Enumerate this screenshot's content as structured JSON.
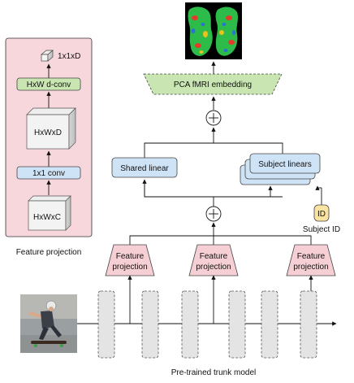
{
  "feature_projection_panel": {
    "title": "Feature projection",
    "output_dim": "1x1xD",
    "dconv": "HxW d-conv",
    "mid_tensor": "HxWxD",
    "conv": "1x1 conv",
    "input_tensor": "HxWxC"
  },
  "pipeline": {
    "pca_embedding": "PCA fMRI embedding",
    "shared_linear": "Shared linear",
    "subject_linears": "Subject linears",
    "id_token": "ID",
    "subject_id": "Subject ID",
    "feature_projection_label": [
      "Feature",
      "projection"
    ],
    "trunk_label": "Pre-trained trunk model"
  },
  "colors": {
    "panel_bg": "#f7d7dc",
    "green_box": "#c9e6b2",
    "blue_box": "#cfe3f6",
    "pink_box": "#f5cfd3",
    "id_box": "#f8e3a2",
    "trunk_box": "#e4e4e4"
  }
}
